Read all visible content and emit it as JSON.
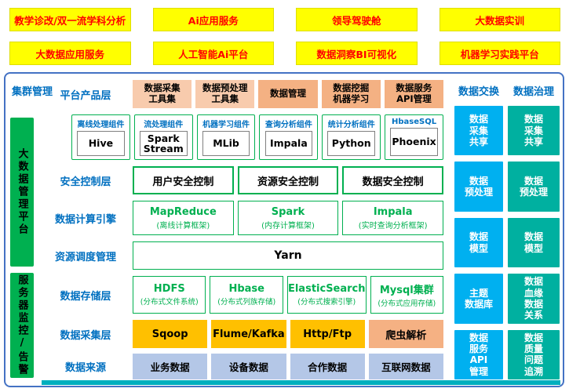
{
  "palette": {
    "app_bg": "#FFFF00",
    "app_text": "#FF0000",
    "label_blue": "#0070C0",
    "green": "#00B050",
    "product_light": "#F8CBAD",
    "product_dark": "#F4B183",
    "collection_yellow": "#FFC000",
    "source_blue": "#B4C7E7",
    "exchange_blue": "#00B0F0",
    "governance_teal": "#00B0A0",
    "border_blue": "#4472C4",
    "strip_teal": "#00AFBE"
  },
  "apps": {
    "row1": [
      "教学诊改/双一流学科分析",
      "Ai应用服务",
      "领导驾驶舱",
      "大数据实训"
    ],
    "row2": [
      "大数据应用服务",
      "人工智能Ai平台",
      "数据洞察BI可视化",
      "机器学习实践平台"
    ]
  },
  "panel": {
    "cluster_label": "集群管理",
    "platform_vertical": "大数据管理平台",
    "monitor_vertical": "服务器监控/告警",
    "product_layer": {
      "label": "平台产品层",
      "items": [
        "数据采集\n工具集",
        "数据预处理\n工具集",
        "数据管理",
        "数据挖掘\n机器学习",
        "数据服务\nAPI管理"
      ]
    },
    "components": [
      {
        "type": "离线处理组件",
        "name": "Hive"
      },
      {
        "type": "流处理组件",
        "name": "Spark Stream"
      },
      {
        "type": "机器学习组件",
        "name": "MLib"
      },
      {
        "type": "查询分析组件",
        "name": "Impala"
      },
      {
        "type": "统计分析组件",
        "name": "Python"
      },
      {
        "type": "HbaseSQL",
        "name": "Phoenix"
      }
    ],
    "security_layer": {
      "label": "安全控制层",
      "items": [
        "用户安全控制",
        "资源安全控制",
        "数据安全控制"
      ]
    },
    "compute_layer": {
      "label": "数据计算引擎",
      "items": [
        {
          "name": "MapReduce",
          "desc": "(离线计算框架)"
        },
        {
          "name": "Spark",
          "desc": "(内存计算框架)"
        },
        {
          "name": "Impala",
          "desc": "(实时查询分析框架)"
        }
      ]
    },
    "scheduler_layer": {
      "label": "资源调度管理",
      "item": "Yarn"
    },
    "storage_layer": {
      "label": "数据存储层",
      "items": [
        {
          "name": "HDFS",
          "desc": "(分布式文件系统)"
        },
        {
          "name": "Hbase",
          "desc": "(分布式列族存储)"
        },
        {
          "name": "ElasticSearch",
          "desc": "(分布式搜索引擎)"
        },
        {
          "name": "Mysql集群",
          "desc": "(分布式应用存储)"
        }
      ]
    },
    "collection_layer": {
      "label": "数据采集层",
      "items": [
        "Sqoop",
        "Flume/Kafka",
        "Http/Ftp",
        "爬虫解析"
      ]
    },
    "source_layer": {
      "label": "数据来源",
      "items": [
        "业务数据",
        "设备数据",
        "合作数据",
        "互联网数据"
      ]
    }
  },
  "right": {
    "exchange": {
      "header": "数据交换",
      "items": [
        "数据\n采集\n共享",
        "数据\n预处理",
        "数据\n模型",
        "主题\n数据库",
        "数据\n服务\nAPI\n管理"
      ]
    },
    "governance": {
      "header": "数据治理",
      "items": [
        "数据\n采集\n共享",
        "数据\n预处理",
        "数据\n模型",
        "数据\n血缘\n数据\n关系",
        "数据\n质量\n问题\n追溯"
      ]
    }
  }
}
